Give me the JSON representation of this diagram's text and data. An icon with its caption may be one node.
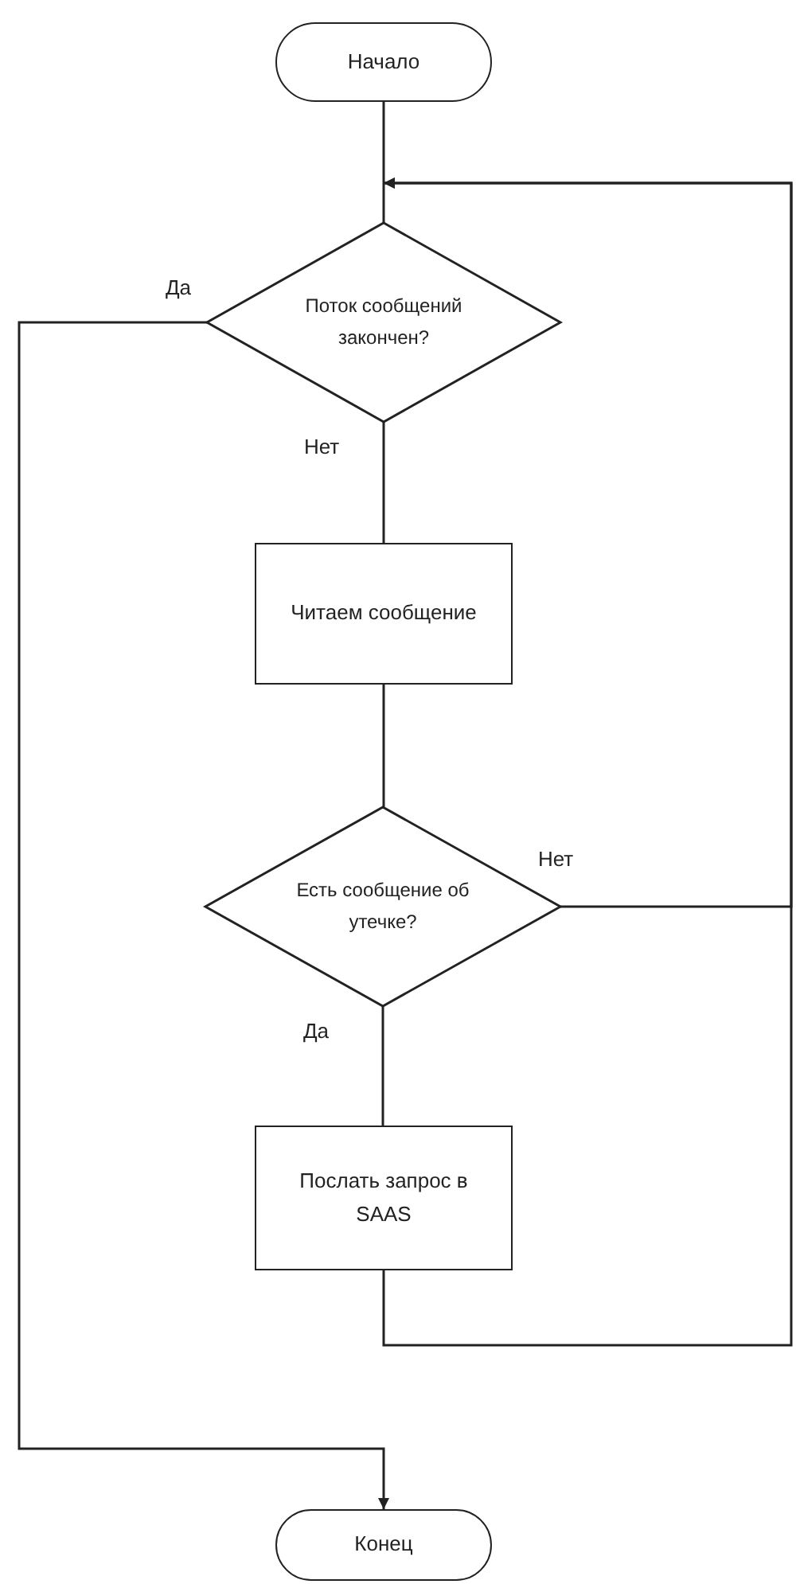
{
  "diagram": {
    "nodes": [
      {
        "text": [
          "Начало"
        ]
      },
      {
        "text": [
          "Поток сообщений закончен?"
        ]
      },
      {
        "text": [
          "Читаем сообщение"
        ]
      },
      {
        "text": [
          "Есть сообщение об утечке?"
        ]
      },
      {
        "text": [
          "Послать запрос в SAAS"
        ]
      },
      {
        "text": [
          "Конец"
        ]
      }
    ],
    "edges": [
      {
        "from": 0,
        "to": 1,
        "arrow": "none"
      },
      {
        "from": 1,
        "to": 2,
        "arrow": "none",
        "label": "Нет"
      },
      {
        "from": 2,
        "to": 3,
        "arrow": "none"
      },
      {
        "from": 3,
        "to": 4,
        "arrow": "none",
        "label": "Да"
      },
      {
        "from": 3,
        "to": 1,
        "arrow": "to",
        "label": "Нет"
      },
      {
        "from": 4,
        "to": 1,
        "arrow": "to"
      },
      {
        "from": 1,
        "to": 5,
        "arrow": "to",
        "label": "Да"
      }
    ]
  }
}
